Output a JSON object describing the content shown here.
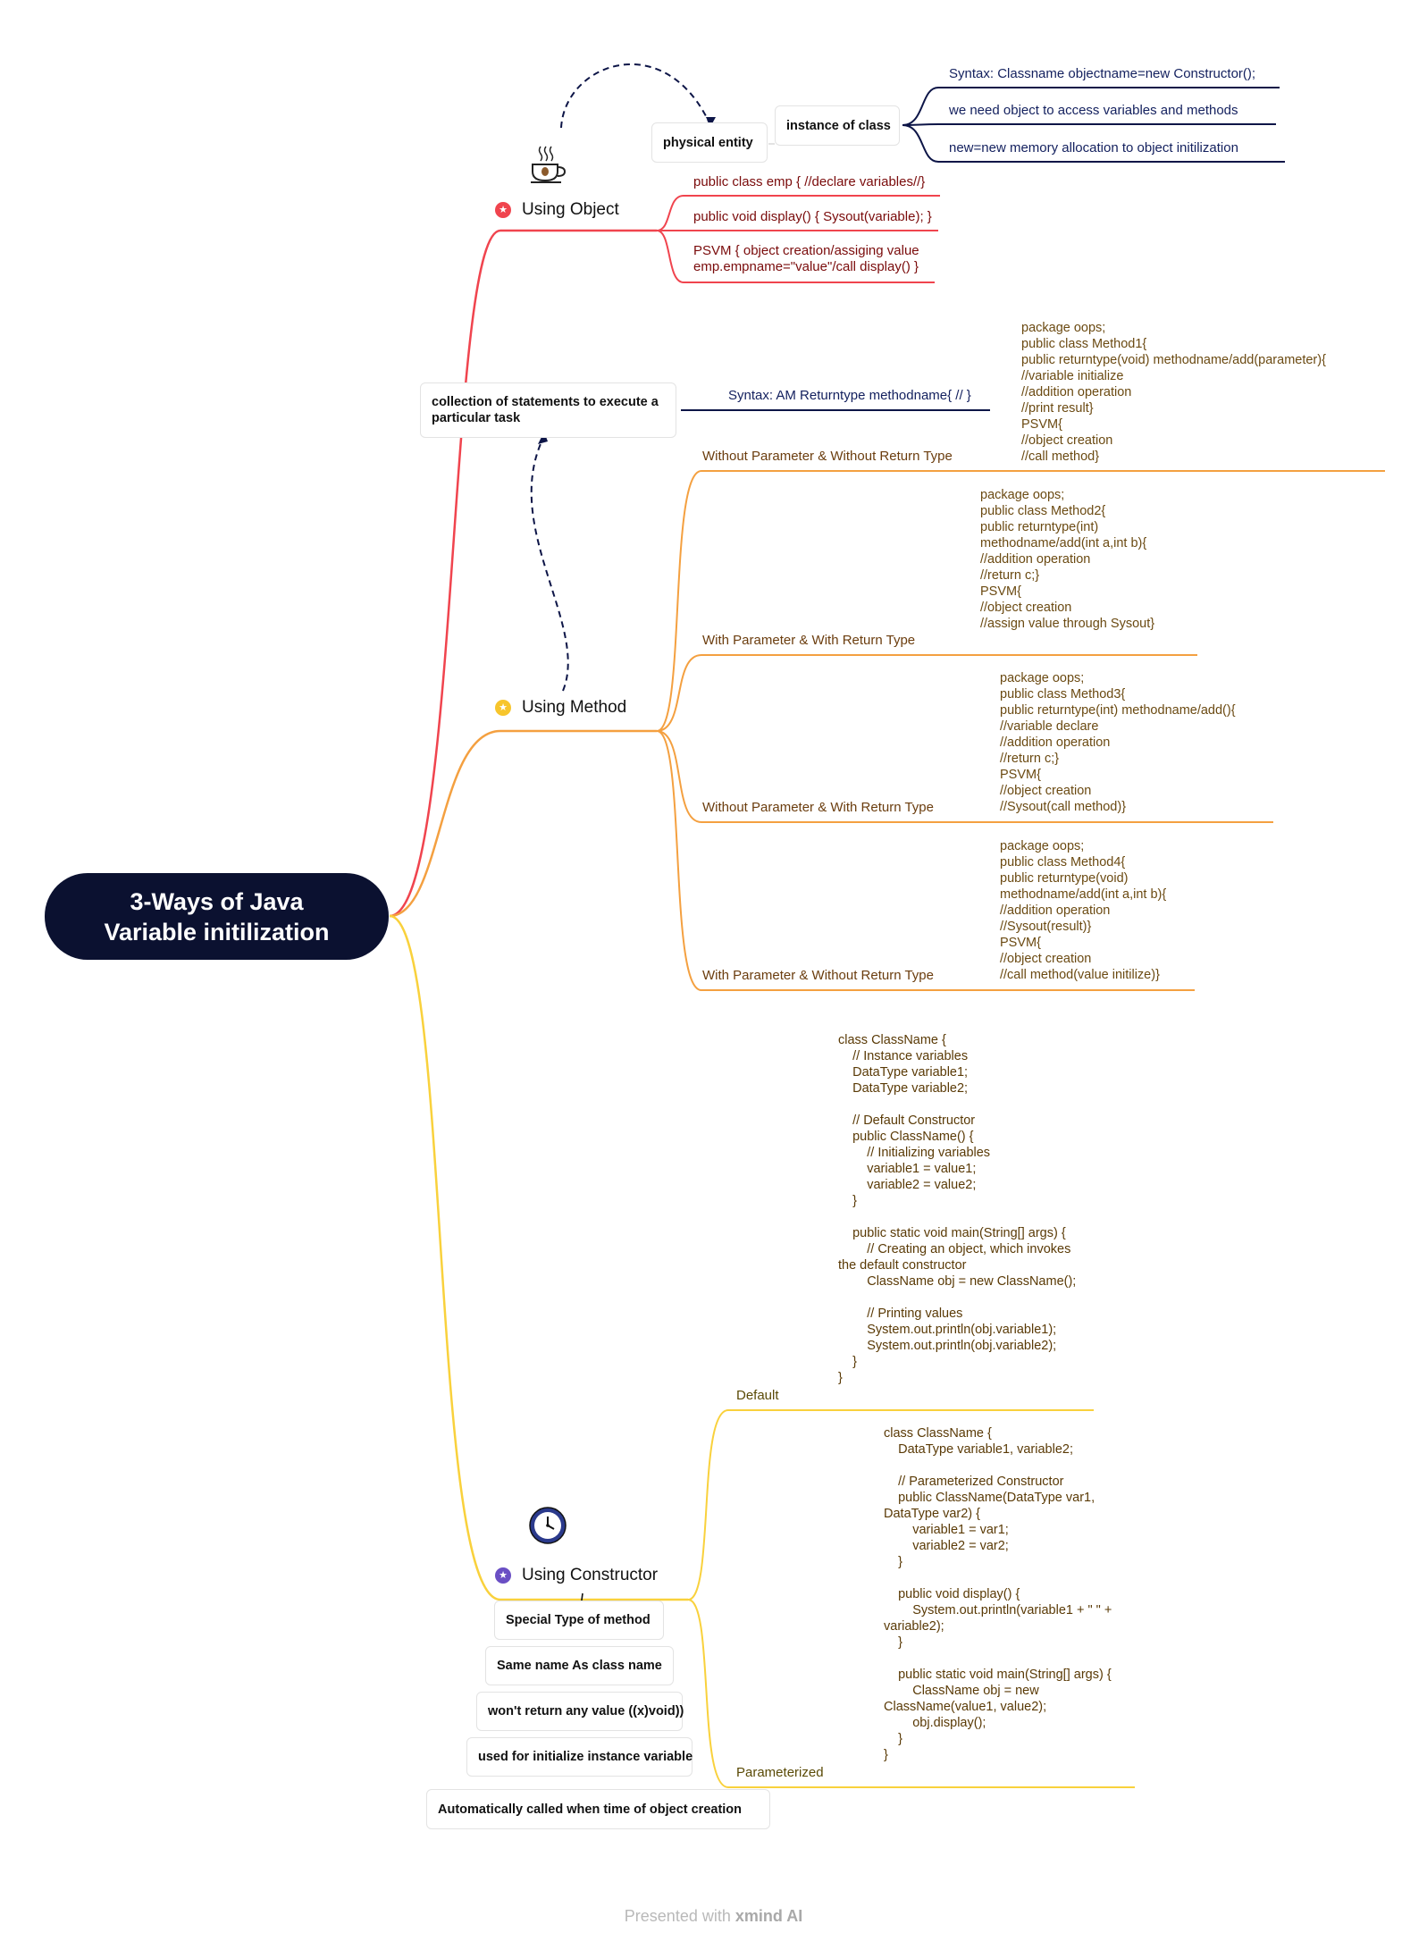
{
  "root": {
    "line1": "3-Ways of Java",
    "line2": "Variable initilization"
  },
  "colors": {
    "root_bg": "#0b1130",
    "object": "#f0444e",
    "method": "#f4a040",
    "constructor": "#f9d13c",
    "navy": "#0d1547"
  },
  "object": {
    "label": "Using Object",
    "icon": "coffee-cup-icon",
    "physical_entity": "physical entity",
    "instance_of_class": "instance of class",
    "instance_items": [
      "Syntax: Classname objectname=new Constructor();",
      "we need object to access variables and methods",
      "new=new memory allocation to object initilization"
    ],
    "items": [
      "public class emp { //declare variables//}",
      "public void display() { Sysout(variable); }",
      "PSVM { object creation/assiging value\nemp.empname=\"value\"/call display() }"
    ]
  },
  "method": {
    "label": "Using Method",
    "definition": "collection of statements to execute a\nparticular task",
    "syntax": "Syntax: AM Returntype methodname{ // }",
    "types": [
      {
        "label": "Without Parameter & Without Return Type",
        "code": "package oops;\npublic class Method1{\npublic returntype(void) methodname/add(parameter){\n//variable initialize\n//addition operation\n//print result}\nPSVM{\n//object creation\n//call method}"
      },
      {
        "label": "With Parameter & With Return Type",
        "code": "package oops;\npublic class Method2{\npublic returntype(int)\nmethodname/add(int a,int b){\n//addition operation\n//return c;}\nPSVM{\n//object creation\n//assign value through Sysout}"
      },
      {
        "label": "Without Parameter & With Return Type",
        "code": "package oops;\npublic class Method3{\npublic returntype(int) methodname/add(){\n//variable declare\n//addition operation\n//return c;}\nPSVM{\n//object creation\n//Sysout(call method)}"
      },
      {
        "label": "With Parameter & Without Return Type",
        "code": "package oops;\npublic class Method4{\npublic returntype(void)\nmethodname/add(int a,int b){\n//addition operation\n//Sysout(result)}\nPSVM{\n//object creation\n//call method(value initilize)}"
      }
    ]
  },
  "constructor": {
    "label": "Using Constructor",
    "icon": "clock-icon",
    "facts": [
      "Special Type of method",
      "Same name As class name",
      "won't return any value ((x)void))",
      "used for initialize instance variable",
      "Automatically called when time of object creation"
    ],
    "types": [
      {
        "label": "Default",
        "code": "class ClassName {\n    // Instance variables\n    DataType variable1;\n    DataType variable2;\n\n    // Default Constructor\n    public ClassName() {\n        // Initializing variables\n        variable1 = value1;\n        variable2 = value2;\n    }\n\n    public static void main(String[] args) {\n        // Creating an object, which invokes\nthe default constructor\n        ClassName obj = new ClassName();\n\n        // Printing values\n        System.out.println(obj.variable1);\n        System.out.println(obj.variable2);\n    }\n}"
      },
      {
        "label": "Parameterized",
        "code": "class ClassName {\n    DataType variable1, variable2;\n\n    // Parameterized Constructor\n    public ClassName(DataType var1,\nDataType var2) {\n        variable1 = var1;\n        variable2 = var2;\n    }\n\n    public void display() {\n        System.out.println(variable1 + \" \" +\nvariable2);\n    }\n\n    public static void main(String[] args) {\n        ClassName obj = new\nClassName(value1, value2);\n        obj.display();\n    }\n}"
      }
    ]
  },
  "footer": {
    "prefix": "Presented with ",
    "brand": "xmind AI"
  }
}
